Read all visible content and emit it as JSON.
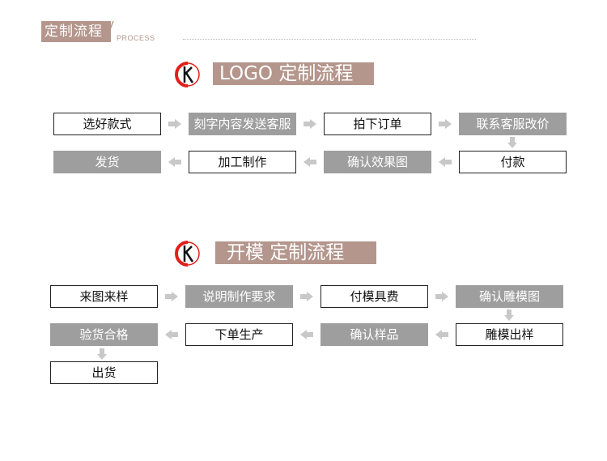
{
  "header": {
    "title": "定制流程",
    "subtitle": "PROCESS"
  },
  "sections": [
    {
      "title": "LOGO 定制流程",
      "steps": [
        "选好款式",
        "刻字内容发送客服",
        "拍下订单",
        "联系客服改价",
        "付款",
        "确认效果图",
        "加工制作",
        "发货"
      ]
    },
    {
      "title": "开模 定制流程",
      "steps": [
        "来图来样",
        "说明制作要求",
        "付模具费",
        "确认雕模图",
        "雕模出样",
        "确认样品",
        "下单生产",
        "验货合格",
        "出货"
      ]
    }
  ],
  "colors": {
    "accent": "#b4968c",
    "gray_box": "#9e9e9e",
    "arrow": "#c8c8c8",
    "logo_red": "#e0201b"
  }
}
